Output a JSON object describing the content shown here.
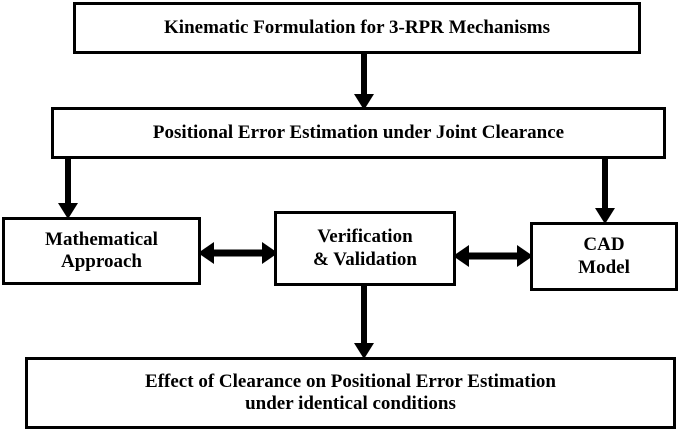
{
  "diagram": {
    "title": "Research methodology flowchart for 3-RPR mechanism positional error estimation",
    "background_color": "#ffffff",
    "line_color": "#000000",
    "text_color": "#000000",
    "nodes": [
      {
        "id": "kinematic",
        "label": "Kinematic Formulation for 3-RPR Mechanisms",
        "shape": "rectangle",
        "row": 1
      },
      {
        "id": "positional",
        "label": "Positional Error Estimation under Joint Clearance",
        "shape": "rectangle",
        "row": 2
      },
      {
        "id": "math",
        "label": "Mathematical\nApproach",
        "shape": "rectangle",
        "row": 3
      },
      {
        "id": "verification",
        "label": "Verification\n&  Validation",
        "shape": "rectangle",
        "row": 3
      },
      {
        "id": "cad",
        "label": "CAD\nModel",
        "shape": "rectangle",
        "row": 3
      },
      {
        "id": "effect",
        "label": "Effect of Clearance on Positional Error Estimation\nunder identical conditions",
        "shape": "rectangle",
        "row": 4
      }
    ],
    "connectors": [
      {
        "id": "kinematic-to-positional",
        "from": "kinematic",
        "to": "positional",
        "style": "arrow-down",
        "heads": 1
      },
      {
        "id": "positional-to-math",
        "from": "positional",
        "to": "math",
        "style": "arrow-down",
        "heads": 1
      },
      {
        "id": "positional-to-cad",
        "from": "positional",
        "to": "cad",
        "style": "arrow-down",
        "heads": 1
      },
      {
        "id": "math-to-verification",
        "from": "math",
        "to": "verification",
        "style": "arrow-double-horizontal",
        "heads": 2
      },
      {
        "id": "verification-to-cad",
        "from": "verification",
        "to": "cad",
        "style": "arrow-double-horizontal",
        "heads": 2
      },
      {
        "id": "verification-to-effect",
        "from": "verification",
        "to": "effect",
        "style": "arrow-down",
        "heads": 1
      }
    ]
  }
}
